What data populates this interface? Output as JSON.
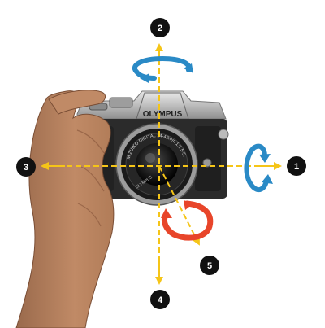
{
  "figure": {
    "camera_brand": "OLYMPUS",
    "lens_ring_text": "M.ZUIKO DIGITAL 14-42mm 1:3.5-5.6",
    "lens_side_text": "OLYMPUS",
    "axes": [
      {
        "id": "1",
        "label": "1",
        "rotation_arrow_color": "#2a8ac6"
      },
      {
        "id": "2",
        "label": "2",
        "rotation_arrow_color": "#2a8ac6"
      },
      {
        "id": "3",
        "label": "3",
        "rotation_arrow_color": ""
      },
      {
        "id": "4",
        "label": "4",
        "rotation_arrow_color": ""
      },
      {
        "id": "5",
        "label": "5",
        "rotation_arrow_color": "#e8452a"
      }
    ],
    "colors": {
      "axis_line": "#f5c518",
      "badge": "#111111",
      "pitch_yaw_arrow": "#2a8ac6",
      "roll_arrow": "#e8452a",
      "camera_body": "#2b2b2b",
      "camera_metal": "#c9c9c9"
    }
  }
}
